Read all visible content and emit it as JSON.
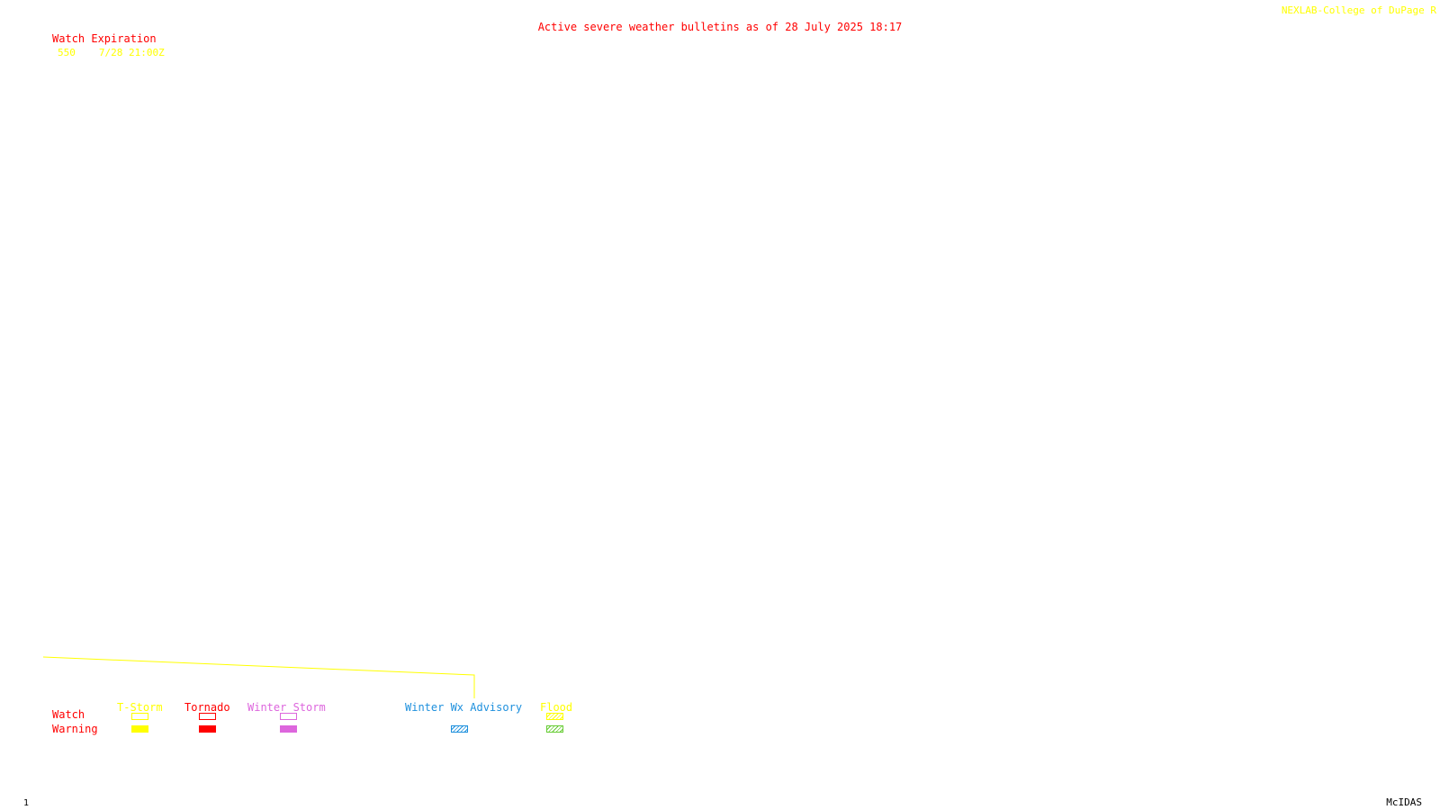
{
  "title": "Active severe weather bulletins as of 28 July 2025 18:17",
  "credit": "NEXLAB-College of DuPage R",
  "watch_list": {
    "header": "Watch Expiration",
    "items": [
      {
        "number": "550",
        "expiration": "7/28 21:00Z"
      }
    ]
  },
  "legend": {
    "row_watch": "Watch",
    "row_warning": "Warning",
    "categories": [
      {
        "label": "T-Storm",
        "color": "#ffff00"
      },
      {
        "label": "Tornado",
        "color": "#ff0000"
      },
      {
        "label": "Winter Storm",
        "color": "#dd66dd"
      },
      {
        "label": "Winter Wx Advisory",
        "color": "#1e90dd"
      },
      {
        "label": "Flood",
        "color": "#ffff00",
        "warning_color": "#66cc33"
      }
    ]
  },
  "colors": {
    "title": "#ff0000",
    "credit": "#ffff00",
    "watch_header": "#ff0000",
    "watch_items": "#ffff00",
    "legend_rows": "#ff0000",
    "boundary": "#ffff00"
  },
  "footer": {
    "frame": "1",
    "system": "McIDAS"
  }
}
